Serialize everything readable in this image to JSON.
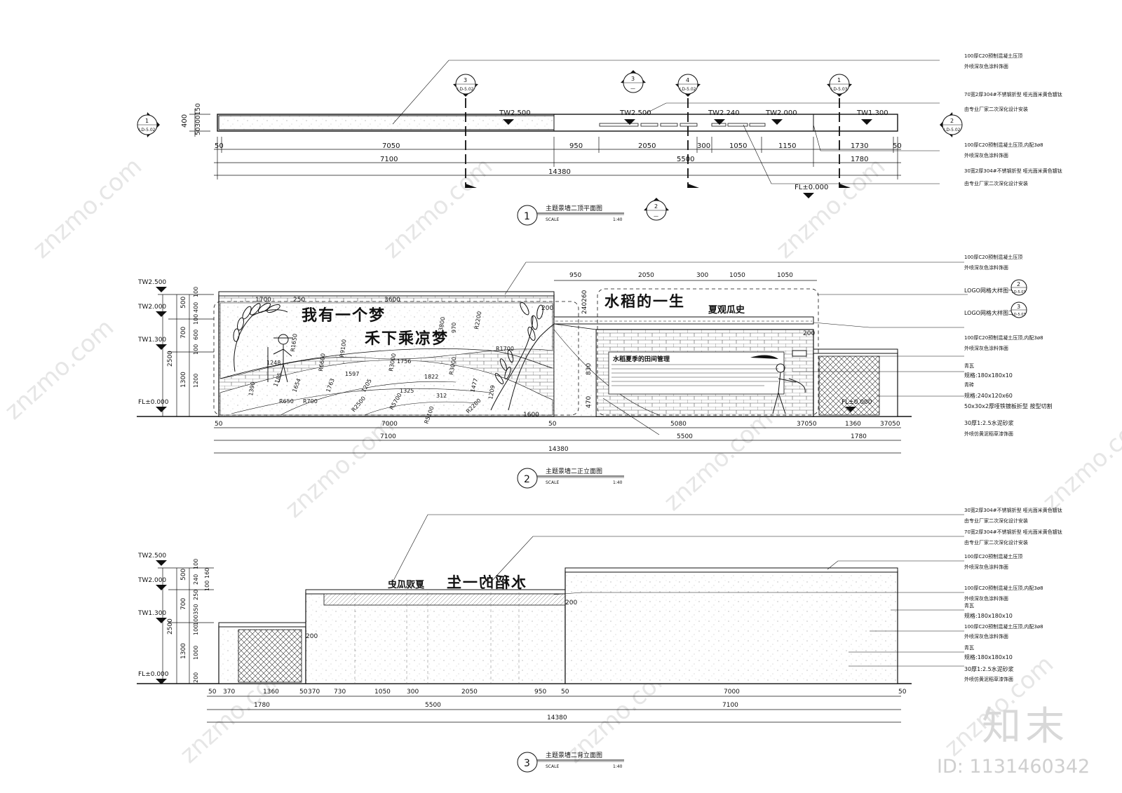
{
  "watermark": {
    "site": "znzmo.com",
    "logo": "知末",
    "id": "ID: 1131460342"
  },
  "plan": {
    "title": "主题景墙二顶平面图",
    "number": "1",
    "scale": "1:40",
    "scale_label": "SCALE",
    "levels": [
      "TW2.500",
      "TW2.500",
      "TW2.240",
      "TW2.000",
      "TW1.300",
      "FL±0.000"
    ],
    "left_dims": [
      "400",
      "50300150"
    ],
    "dims_row1": [
      "50",
      "7050",
      "950",
      "2050",
      "300",
      "1050",
      "1150",
      "1730",
      "50"
    ],
    "dims_row2": [
      "7100",
      "5500",
      "1780"
    ],
    "total": "14380",
    "markers": [
      {
        "num": "1",
        "ref": "LD-5.02"
      },
      {
        "num": "3",
        "ref": "LD-5.02"
      },
      {
        "num": "3",
        "ref": "—"
      },
      {
        "num": "4",
        "ref": "LD-5.02"
      },
      {
        "num": "1",
        "ref": "LD-5.03"
      },
      {
        "num": "2",
        "ref": "LD-5.02"
      },
      {
        "num": "2",
        "ref": "—"
      }
    ],
    "notes": [
      "100厚C20预制混凝土压顶",
      "外喷深灰色涂料饰面",
      "70宽2厚304#不锈钢折型  哑光面米黄色镀钛",
      "由专业厂家二次深化设计安装",
      "100厚C20预制混凝土压顶,内配3ø8",
      "外喷深灰色涂料饰面",
      "30宽2厚304#不锈钢折型  哑光面米黄色镀钛",
      "由专业厂家二次深化设计安装"
    ]
  },
  "front": {
    "title": "主题景墙二正立面图",
    "number": "2",
    "scale": "1:40",
    "scale_label": "SCALE",
    "levels": [
      "TW2.500",
      "TW2.000",
      "TW1.300",
      "FL±0.000",
      "FL±0.000"
    ],
    "left_dims_outer": [
      "2500"
    ],
    "left_dims_mid": [
      "500",
      "700",
      "1300"
    ],
    "left_dims_inner": [
      "100",
      "400",
      "100",
      "600",
      "100",
      "1200"
    ],
    "top_dims": [
      "950",
      "2050",
      "300",
      "1050",
      "1050"
    ],
    "inner_dims": [
      "1700",
      "250",
      "3600",
      "200",
      "240260",
      "200",
      "1600",
      "470",
      "830",
      "200"
    ],
    "radii": [
      "R2200",
      "R3800",
      "R6600",
      "R9100",
      "R1650",
      "R3000",
      "R3000",
      "R650",
      "R700",
      "R2500",
      "R5700",
      "R5100",
      "R2200",
      "R1700",
      "1756",
      "970",
      "1597",
      "1822",
      "1325",
      "1477",
      "1205",
      "312",
      "1248",
      "1654",
      "1185",
      "1763",
      "1209",
      "1390"
    ],
    "slogan1": "我有一个梦",
    "slogan2": "禾下乘凉梦",
    "panel_title": "水稻的一生",
    "panel_sub": "夏观瓜史",
    "panel_heading": "水稻夏季的田间管理",
    "bottom_row1": [
      "50",
      "7000",
      "50",
      "5080",
      "37050",
      "1360",
      "37050"
    ],
    "bottom_row2": [
      "7100",
      "5500",
      "1780"
    ],
    "total": "14380",
    "logo_refs": [
      {
        "text": "LOGO网格大样图一",
        "num": "2",
        "ref": "LD-5.03"
      },
      {
        "text": "LOGO网格大样图二",
        "num": "3",
        "ref": "LD-5.03"
      }
    ],
    "notes": [
      "100厚C20预制混凝土压顶",
      "外喷深灰色涂料饰面",
      "100厚C20预制混凝土压顶,内配3ø8",
      "外喷深灰色涂料饰面",
      "青瓦",
      "规格:180x180x10",
      "青砖",
      "规格:240x120x60",
      "50x30x2厚哑铁镀板折型   按型切割",
      "30厚1:2.5水泥砂浆",
      "外喷仿黄泥稻草漆饰面"
    ]
  },
  "back": {
    "title": "主题景墙二背立面图",
    "number": "3",
    "scale": "1:40",
    "scale_label": "SCALE",
    "levels": [
      "TW2.500",
      "TW2.000",
      "TW1.300",
      "FL±0.000"
    ],
    "left_dims_outer": [
      "2500"
    ],
    "left_dims_mid": [
      "500",
      "700",
      "1300"
    ],
    "left_dims_inner": [
      "100",
      "160",
      "240",
      "100",
      "250",
      "100350",
      "100",
      "1000",
      "200"
    ],
    "mirror_title": "水稻的一生",
    "mirror_sub": "夏观瓜史",
    "inner_dims": [
      "200",
      "200"
    ],
    "bottom_row1": [
      "50",
      "370",
      "1360",
      "50",
      "370",
      "730",
      "1050",
      "300",
      "2050",
      "950",
      "50",
      "7000",
      "50"
    ],
    "bottom_row2": [
      "1780",
      "5500",
      "7100"
    ],
    "total": "14380",
    "notes": [
      "30宽2厚304#不锈钢折型  哑光面米黄色镀钛",
      "由专业厂家二次深化设计安装",
      "70宽2厚304#不锈钢折型  哑光面米黄色镀钛",
      "由专业厂家二次深化设计安装",
      "100厚C20预制混凝土压顶",
      "外喷深灰色涂料饰面",
      "100厚C20预制混凝土压顶,内配3ø8",
      "外喷深灰色涂料饰面",
      "青瓦",
      "规格:180x180x10",
      "100厚C20预制混凝土压顶,内配3ø8",
      "外喷深灰色涂料饰面",
      "青瓦",
      "规格:180x180x10",
      "30厚1:2.5水泥砂浆",
      "外喷仿黄泥稻草漆饰面"
    ]
  }
}
